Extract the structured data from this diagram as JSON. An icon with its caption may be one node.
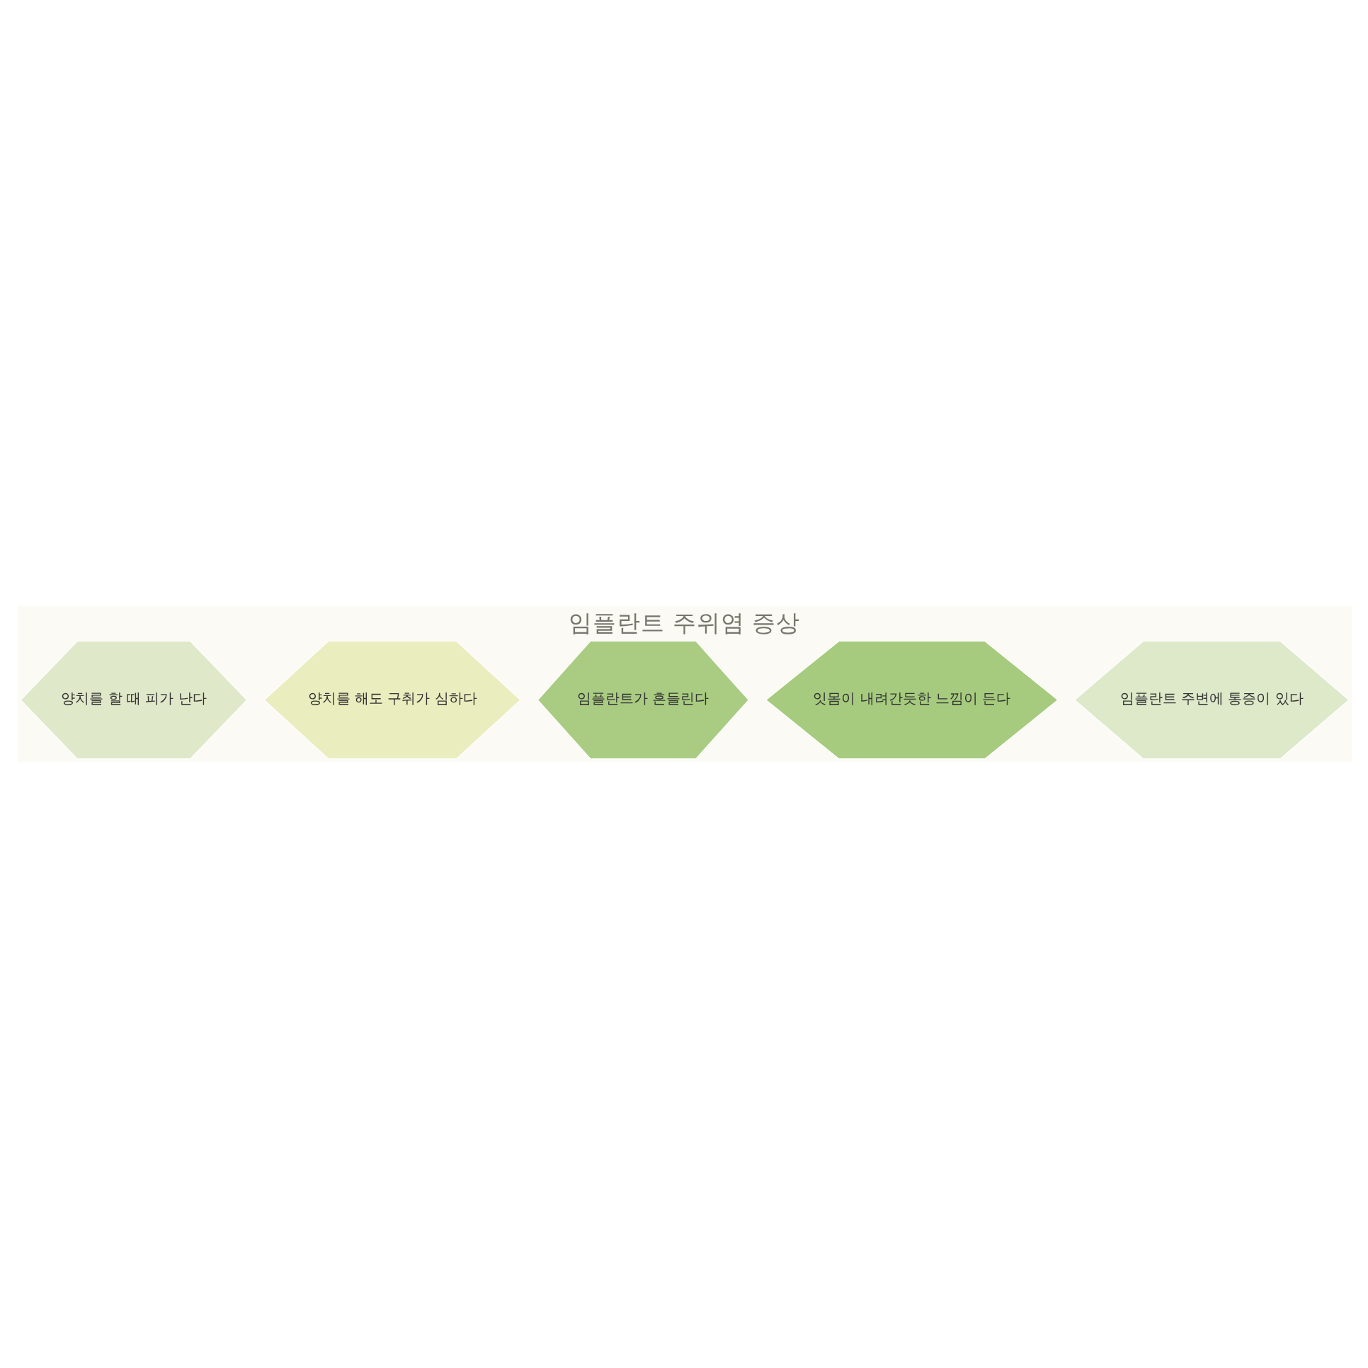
{
  "diagram": {
    "title": "임플란트 주위염 증상",
    "nodes": [
      {
        "text": [
          "양치를 할 때 피가 난다"
        ]
      },
      {
        "text": [
          "양치를 해도 구취가 심하다"
        ]
      },
      {
        "text": [
          "임플란트가 흔들린다"
        ]
      },
      {
        "text": [
          "잇몸이 내려간듯한 느낌이 든다"
        ]
      },
      {
        "text": [
          "임플란트 주변에 통증이 있다"
        ]
      }
    ]
  }
}
